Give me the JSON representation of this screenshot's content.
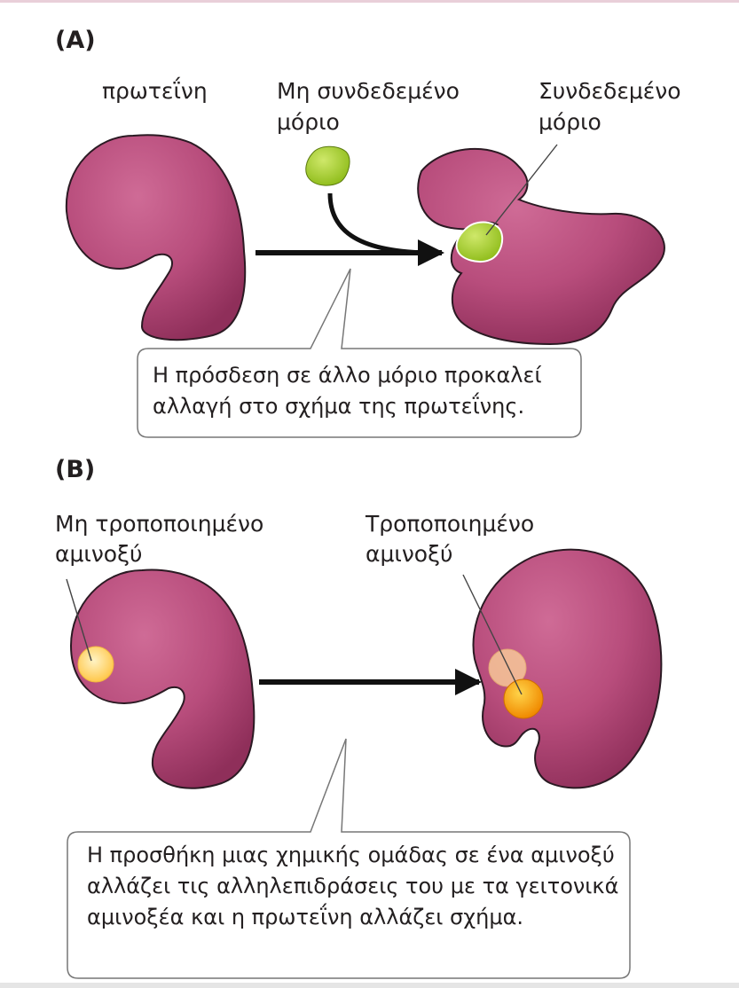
{
  "panel_a": {
    "label": "(A)",
    "protein_label": "πρωτεΐνη",
    "unbound_label_line1": "Μη συνδεδεμένο",
    "unbound_label_line2": "μόριο",
    "bound_label_line1": "Συνδεδεμένο",
    "bound_label_line2": "μόριο",
    "caption": "Η πρόσδεση σε άλλο μόριο προκαλεί αλλαγή στο σχήμα της πρωτεΐνης."
  },
  "panel_b": {
    "label": "(B)",
    "unmodified_label_line1": "Μη τροποποιημένο",
    "unmodified_label_line2": "αμινοξύ",
    "modified_label_line1": "Τροποποιημένο",
    "modified_label_line2": "αμινοξύ",
    "caption": "Η προσθήκη μιας χημικής ομάδας σε ένα αμινοξύ αλλάζει τις αλληλεπιδράσεις του με τα γειτονικά αμινοξέα και η πρωτεΐνη αλλάζει σχήμα."
  },
  "colors": {
    "protein_fill": "#b84d7c",
    "protein_outline": "#2b1a23",
    "ligand_fill": "#a7cf2c",
    "amino_unmodified": "#ffd77a",
    "amino_modified": "#ff9e00",
    "arrow": "#111111"
  },
  "icons": {
    "arrow_a": "right-arrow-icon",
    "arrow_b": "right-arrow-icon"
  }
}
